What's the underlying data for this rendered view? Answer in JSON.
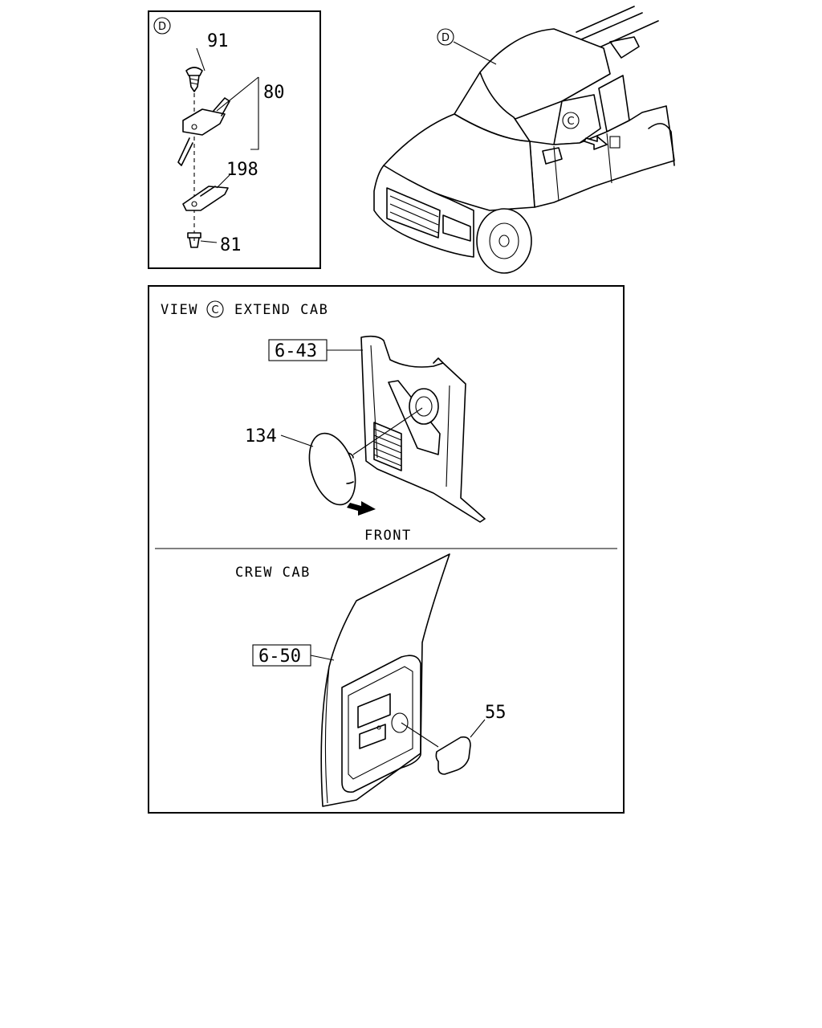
{
  "detail_d": {
    "marker": "D",
    "callouts": {
      "p91": "91",
      "p80": "80",
      "p198": "198",
      "p81": "81"
    }
  },
  "vehicle": {
    "marker_d": "D",
    "marker_c": "C"
  },
  "view_c": {
    "prefix": "VIEW",
    "marker": "C",
    "title": "EXTEND CAB",
    "ref_box": "6-43",
    "callout": "134",
    "front_label": "FRONT"
  },
  "crew_cab": {
    "title": "CREW CAB",
    "ref_box": "6-50",
    "callout": "55"
  }
}
